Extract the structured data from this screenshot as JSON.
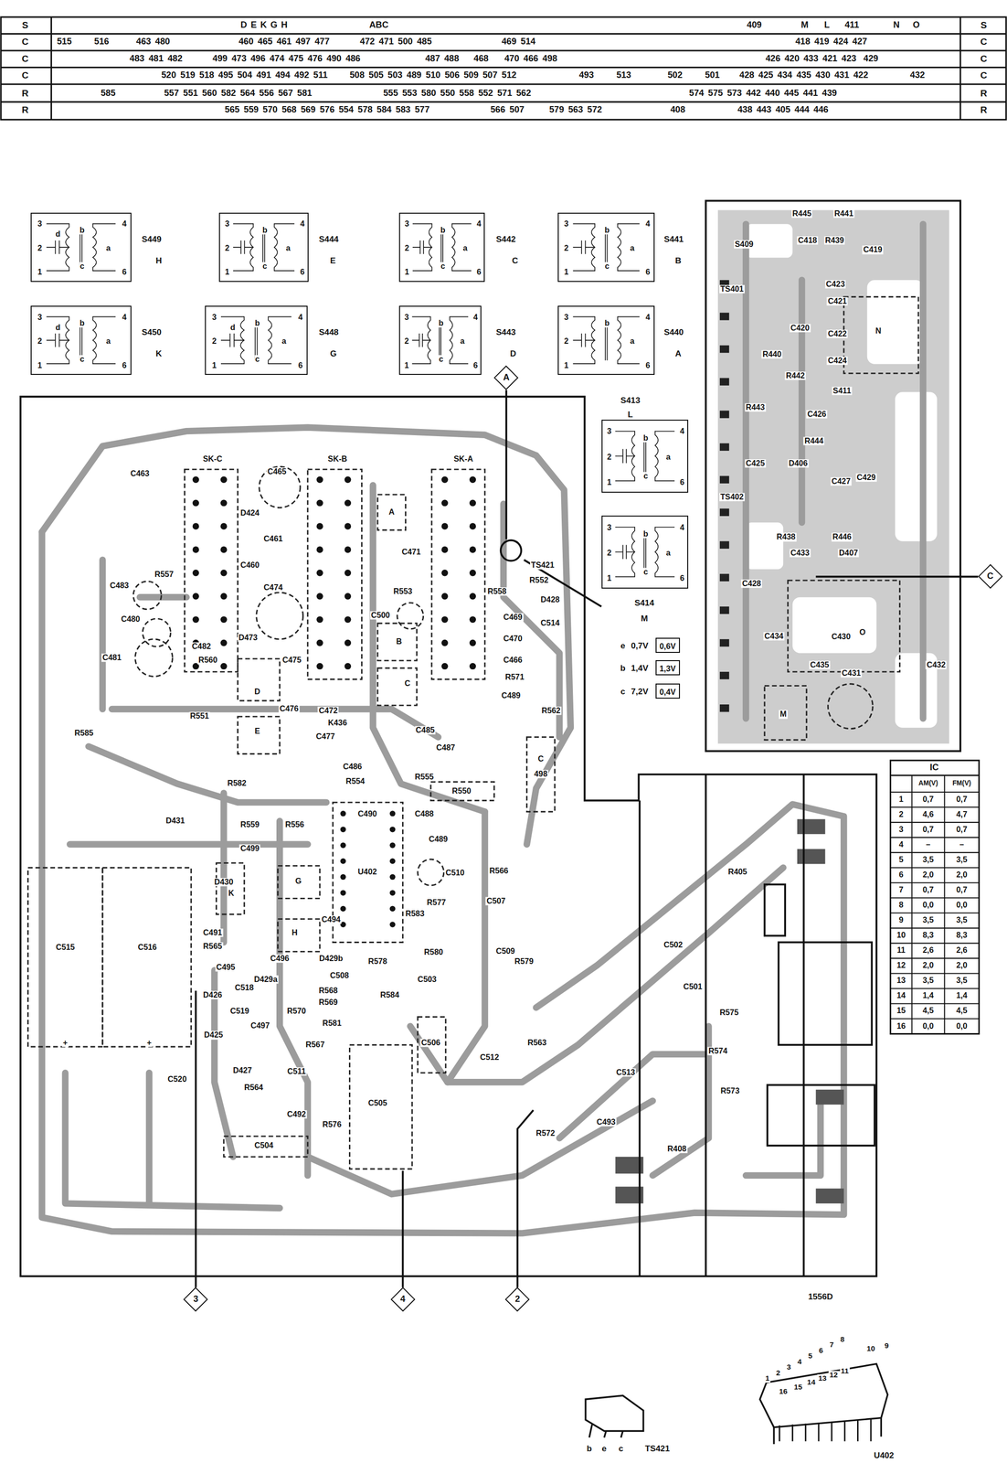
{
  "diagram": {
    "nodes": [
      {
        "text": [
          "S449",
          "H",
          "3",
          "2",
          "1",
          "4",
          "6",
          "d",
          "b",
          "c",
          "a"
        ]
      },
      {
        "text": [
          "S444",
          "E",
          "3",
          "2",
          "1",
          "4",
          "6",
          "b",
          "c",
          "a"
        ]
      },
      {
        "text": [
          "S442",
          "C",
          "3",
          "2",
          "1",
          "4",
          "6",
          "a",
          "b",
          "c"
        ]
      },
      {
        "text": [
          "S441",
          "B",
          "3",
          "2",
          "1",
          "4",
          "6",
          "c",
          "a",
          "b"
        ]
      },
      {
        "text": [
          "S450",
          "K",
          "3",
          "2",
          "1",
          "4",
          "6",
          "d",
          "b",
          "c",
          "a"
        ]
      },
      {
        "text": [
          "S448",
          "G",
          "3",
          "2",
          "1",
          "4",
          "6",
          "b",
          "d",
          "c",
          "a"
        ]
      },
      {
        "text": [
          "S443",
          "D",
          "3",
          "2",
          "1",
          "4",
          "6",
          "b",
          "a",
          "c"
        ]
      },
      {
        "text": [
          "S440",
          "A",
          "3",
          "2",
          "1",
          "4",
          "6",
          "a",
          "b"
        ]
      },
      {
        "text": [
          "A"
        ]
      },
      {
        "text": [
          "S413",
          "L",
          "3",
          "2",
          "1",
          "4",
          "6",
          "a",
          "b",
          "c"
        ]
      },
      {
        "text": [
          "S414",
          "M",
          "3",
          "2",
          "1",
          "4",
          "6",
          "a",
          "b",
          "c"
        ]
      },
      {
        "text": [
          "0,6V"
        ]
      },
      {
        "text": [
          "1,3V"
        ]
      },
      {
        "text": [
          "0,4V"
        ]
      },
      {
        "text": [
          "C"
        ]
      },
      {
        "text": [
          "3"
        ]
      },
      {
        "text": [
          "4"
        ]
      },
      {
        "text": [
          "2"
        ]
      }
    ],
    "labels": [
      "S",
      "C",
      "C",
      "C",
      "R",
      "R",
      "S",
      "C",
      "C",
      "C",
      "R",
      "R",
      "DEKGH",
      "ABC",
      "409",
      "M",
      "L",
      "411",
      "N",
      "O",
      "515",
      "516",
      "463 480",
      "460 465 461 497 477",
      "472 471 500 485",
      "469 514",
      "418 419 424 427",
      "483 481 482",
      "499 473 496 474 475 476 490 486",
      "487 488",
      "468",
      "470 466 498",
      "426 420 433 421 423",
      "429",
      "520 519 518 495 504 491 494 492 511",
      "508 505 503 489 510 506 509 507 512",
      "493",
      "513",
      "502",
      "501",
      "428 425 434 435 430 431 422",
      "432",
      "585",
      "557 551 560 582 564 556 567 581",
      "555 553 580 550 558 552 571 562",
      "574 575 573 442 440 445 441 439",
      "565 559 570 568 569 576 554 578 584 583 577",
      "566 507",
      "579 563 572",
      "408",
      "438 443 405 444 446",
      "IC",
      "AM(V)",
      "FM(V)",
      "1",
      "0,7",
      "0,7",
      "2",
      "4,6",
      "4,7",
      "3",
      "0,7",
      "0,7",
      "4",
      "–",
      "–",
      "5",
      "3,5",
      "3,5",
      "6",
      "2,0",
      "2,0",
      "7",
      "0,7",
      "0,7",
      "8",
      "0,0",
      "0,0",
      "9",
      "3,5",
      "3,5",
      "10",
      "8,3",
      "8,3",
      "11",
      "2,6",
      "2,6",
      "12",
      "2,0",
      "2,0",
      "13",
      "3,5",
      "3,5",
      "14",
      "1,4",
      "1,4",
      "15",
      "4,5",
      "4,5",
      "16",
      "0,0",
      "0,0",
      "e",
      "0,7V",
      "b",
      "1,4V",
      "c",
      "7,2V",
      "SK-C",
      "SK-B",
      "SK-A",
      "C463",
      "C465",
      "D424",
      "C461",
      "C460",
      "R557",
      "C483",
      "C474",
      "C480",
      "C482",
      "C481",
      "R560",
      "D473",
      "C475",
      "A",
      "B",
      "C",
      "D",
      "E",
      "G",
      "H",
      "K",
      "C471",
      "R553",
      "TS421",
      "R552",
      "R558",
      "D428",
      "C469",
      "C514",
      "C470",
      "C500",
      "C466",
      "R571",
      "C489",
      "R562",
      "C476",
      "C472",
      "K436",
      "C477",
      "C485",
      "C487",
      "C486",
      "R554",
      "R555",
      "R550",
      "C",
      "498",
      "R551",
      "R585",
      "R582",
      "D431",
      "R559",
      "R556",
      "C490",
      "C488",
      "C499",
      "C489",
      "U402",
      "C510",
      "R566",
      "R577",
      "R583",
      "C507",
      "D430",
      "C491",
      "R565",
      "C494",
      "C496",
      "D429b",
      "D429a",
      "C495",
      "C518",
      "R568",
      "R569",
      "R578",
      "R580",
      "C509",
      "R579",
      "C508",
      "C503",
      "R584",
      "D426",
      "C519",
      "R570",
      "R581",
      "C506",
      "D425",
      "C497",
      "R567",
      "C512",
      "R563",
      "C520",
      "D427",
      "C511",
      "R564",
      "C505",
      "C492",
      "C504",
      "R576",
      "R572",
      "C493",
      "C513",
      "R574",
      "R573",
      "C501",
      "R575",
      "C502",
      "R405",
      "R408",
      "C515",
      "C516",
      "+",
      "+",
      "S409",
      "R445",
      "R441",
      "C418",
      "R439",
      "C419",
      "C423",
      "TS401",
      "C421",
      "C420",
      "C422",
      "N",
      "R440",
      "C424",
      "R442",
      "S411",
      "R443",
      "C426",
      "R444",
      "C425",
      "D406",
      "C427",
      "C429",
      "TS402",
      "R438",
      "R446",
      "C433",
      "D407",
      "C428",
      "O",
      "C434",
      "C430",
      "C435",
      "C431",
      "C432",
      "M",
      "1556D",
      "b",
      "e",
      "c",
      "TS421",
      "U402",
      "1",
      "2",
      "3",
      "4",
      "5",
      "6",
      "7",
      "8",
      "9",
      "10",
      "11",
      "12",
      "13",
      "14",
      "15",
      "16"
    ]
  }
}
